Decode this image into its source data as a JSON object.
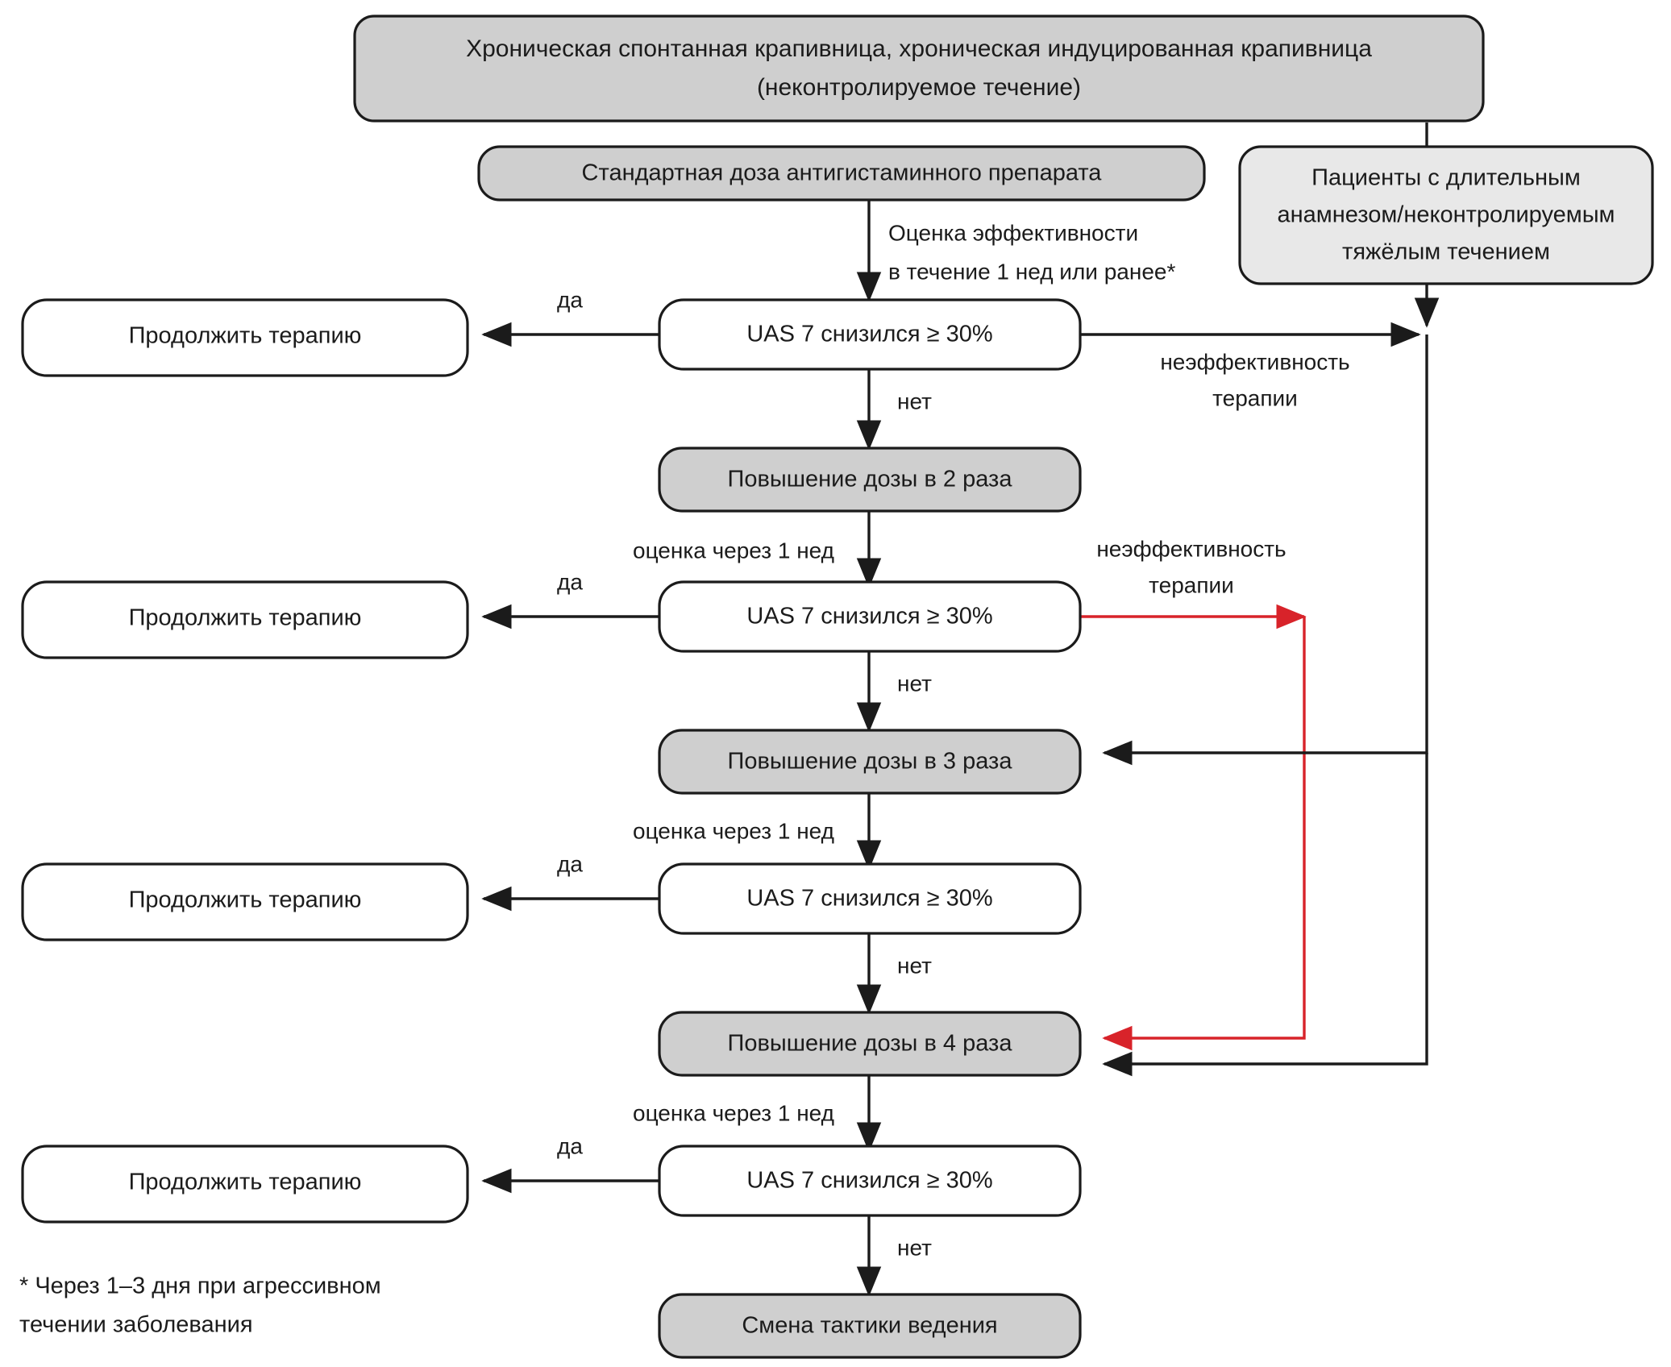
{
  "diagram": {
    "title_node": {
      "line1": "Хроническая спонтанная крапивница, хроническая индуцированная крапивница",
      "line2": "(неконтролируемое течение)"
    },
    "standard_dose": "Стандартная доза антигистаминного препарата",
    "patients_box": {
      "line1": "Пациенты с длительным",
      "line2": "анамнезом/неконтролируемым",
      "line3": "тяжёлым течением"
    },
    "decisions": [
      {
        "label": "UAS 7 снизился ≥ 30%"
      },
      {
        "label": "UAS 7 снизился ≥ 30%"
      },
      {
        "label": "UAS 7 снизился ≥ 30%"
      },
      {
        "label": "UAS 7 снизился ≥ 30%"
      }
    ],
    "continue_boxes": [
      "Продолжить терапию",
      "Продолжить терапию",
      "Продолжить терапию",
      "Продолжить терапию"
    ],
    "dose_boxes": [
      "Повышение дозы в 2 раза",
      "Повышение дозы в 3 раза",
      "Повышение дозы в 4 раза"
    ],
    "final_box": "Смена тактики ведения",
    "edge_labels": {
      "eval_first_line1": "Оценка эффективности",
      "eval_first_line2": "в течение 1 нед или ранее*",
      "yes_1": "да",
      "yes_2": "да",
      "yes_3": "да",
      "yes_4": "да",
      "no_1": "нет",
      "no_2": "нет",
      "no_3": "нет",
      "no_4": "нет",
      "eval_week_1": "оценка через 1 нед",
      "eval_week_2": "оценка через 1 нед",
      "eval_week_3": "оценка через 1 нед",
      "failure_top_line1": "неэффективность",
      "failure_top_line2": "терапии",
      "failure_red_line1": "неэффективность",
      "failure_red_line2": "терапии"
    },
    "footnote": {
      "line1": "* Через 1–3 дня при агрессивном",
      "line2": "течении заболевания"
    },
    "colors": {
      "node_dark": "#cfcfcf",
      "node_light": "#e8e8e8",
      "stroke": "#1b1b1b",
      "red_accent": "#d8232a",
      "background": "#ffffff"
    }
  }
}
